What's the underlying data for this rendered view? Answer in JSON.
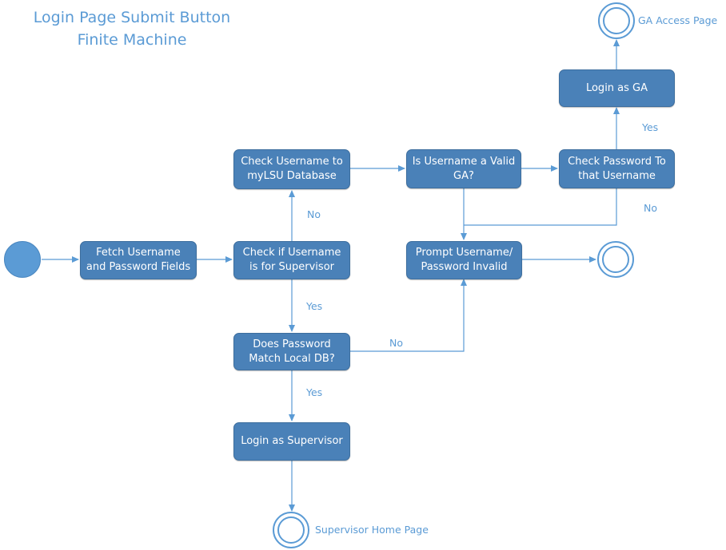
{
  "title": {
    "line1": "Login Page Submit Button",
    "line2": "Finite Machine"
  },
  "nodes": {
    "fetch": {
      "line1": "Fetch Username",
      "line2": "and Password Fields"
    },
    "check_supervisor": {
      "line1": "Check if Username",
      "line2": "is for Supervisor"
    },
    "check_mylsu": {
      "line1": "Check Username to",
      "line2": "myLSU Database"
    },
    "valid_ga": {
      "line1": "Is Username a Valid",
      "line2": "GA?"
    },
    "check_password": {
      "line1": "Check Password To",
      "line2": "that Username"
    },
    "login_ga": {
      "line1": "Login as GA"
    },
    "prompt_invalid": {
      "line1": "Prompt Username/",
      "line2": "Password Invalid"
    },
    "password_match": {
      "line1": "Does Password",
      "line2": "Match Local DB?"
    },
    "login_supervisor": {
      "line1": "Login as Supervisor"
    }
  },
  "final_states": {
    "ga_access": "GA Access Page",
    "supervisor_home": "Supervisor Home Page"
  },
  "edge_labels": {
    "supervisor_no": "No",
    "supervisor_yes": "Yes",
    "password_match_no": "No",
    "password_match_yes": "Yes",
    "check_password_yes": "Yes",
    "check_password_no": "No"
  },
  "colors": {
    "node_fill": "#4a81b8",
    "accent": "#5b9bd5"
  }
}
